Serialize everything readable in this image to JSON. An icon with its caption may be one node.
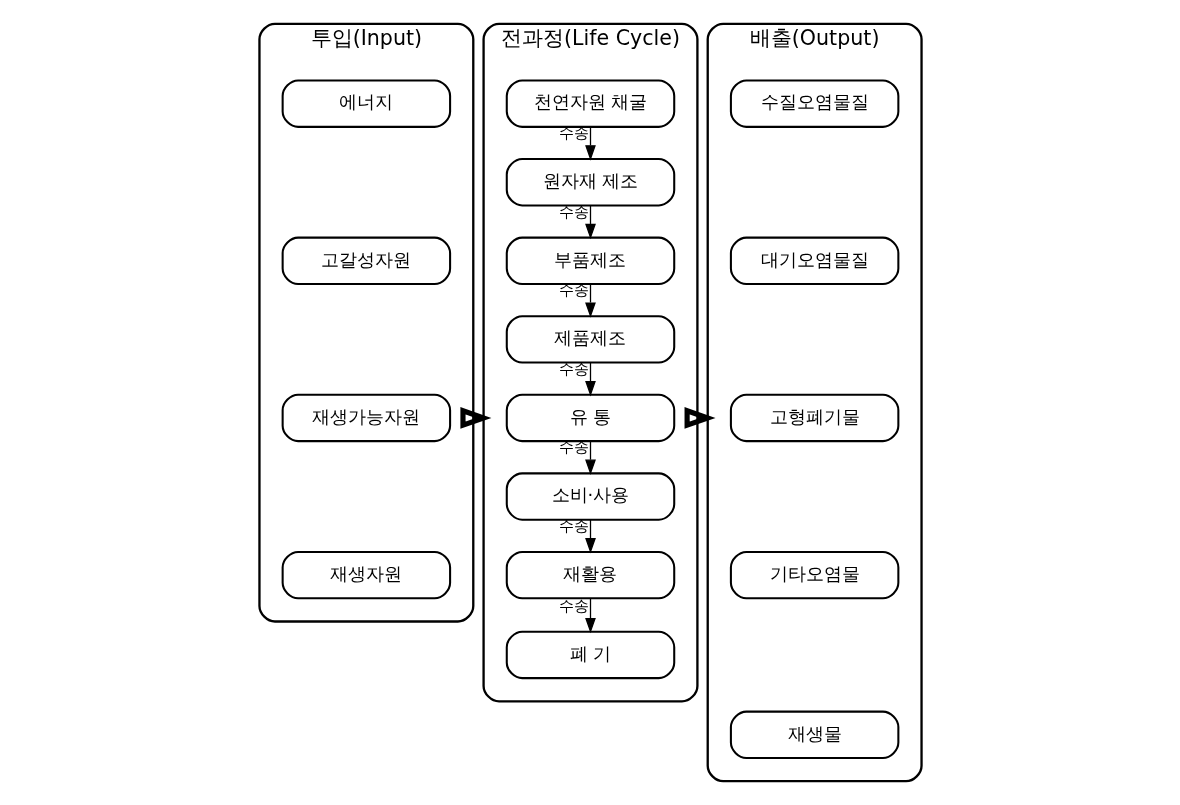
{
  "diagram": {
    "nodes": [
      {
        "text": [
          "투입(Input)"
        ]
      },
      {
        "text": [
          "에너지"
        ],
        "in": 0
      },
      {
        "text": [
          "고갈성자원"
        ],
        "in": 0
      },
      {
        "text": [
          "재생가능자원"
        ],
        "in": 0
      },
      {
        "text": [
          "재생자원"
        ],
        "in": 0
      },
      {
        "text": [
          "전과정(Life Cycle)"
        ]
      },
      {
        "text": [
          "천연자원 채굴"
        ],
        "in": 5
      },
      {
        "text": [
          "원자재 제조"
        ],
        "in": 5
      },
      {
        "text": [
          "부품제조"
        ],
        "in": 5
      },
      {
        "text": [
          "제품제조"
        ],
        "in": 5
      },
      {
        "text": [
          "유 통"
        ],
        "in": 5
      },
      {
        "text": [
          "소비·사용"
        ],
        "in": 5
      },
      {
        "text": [
          "재활용"
        ],
        "in": 5
      },
      {
        "text": [
          "폐 기"
        ],
        "in": 5
      },
      {
        "text": [
          "배출(Output)"
        ]
      },
      {
        "text": [
          "수질오염물질"
        ],
        "in": 14
      },
      {
        "text": [
          "대기오염물질"
        ],
        "in": 14
      },
      {
        "text": [
          "고형폐기물"
        ],
        "in": 14
      },
      {
        "text": [
          "기타오염물"
        ],
        "in": 14
      },
      {
        "text": [
          "재생물"
        ],
        "in": 14
      }
    ],
    "edges": [
      {
        "from": 6,
        "to": 7,
        "arrow": "to",
        "label": "수송"
      },
      {
        "from": 7,
        "to": 8,
        "arrow": "to",
        "label": "수송"
      },
      {
        "from": 8,
        "to": 9,
        "arrow": "to",
        "label": "수송"
      },
      {
        "from": 9,
        "to": 10,
        "arrow": "to",
        "label": "수송"
      },
      {
        "from": 10,
        "to": 11,
        "arrow": "to",
        "label": "수송"
      },
      {
        "from": 11,
        "to": 12,
        "arrow": "to",
        "label": "수송"
      },
      {
        "from": 12,
        "to": 13,
        "arrow": "to",
        "label": "수송"
      },
      {
        "from": 0,
        "to": 5,
        "arrow": "to",
        "style": "thick"
      },
      {
        "from": 5,
        "to": 14,
        "arrow": "to",
        "style": "thick"
      }
    ]
  }
}
